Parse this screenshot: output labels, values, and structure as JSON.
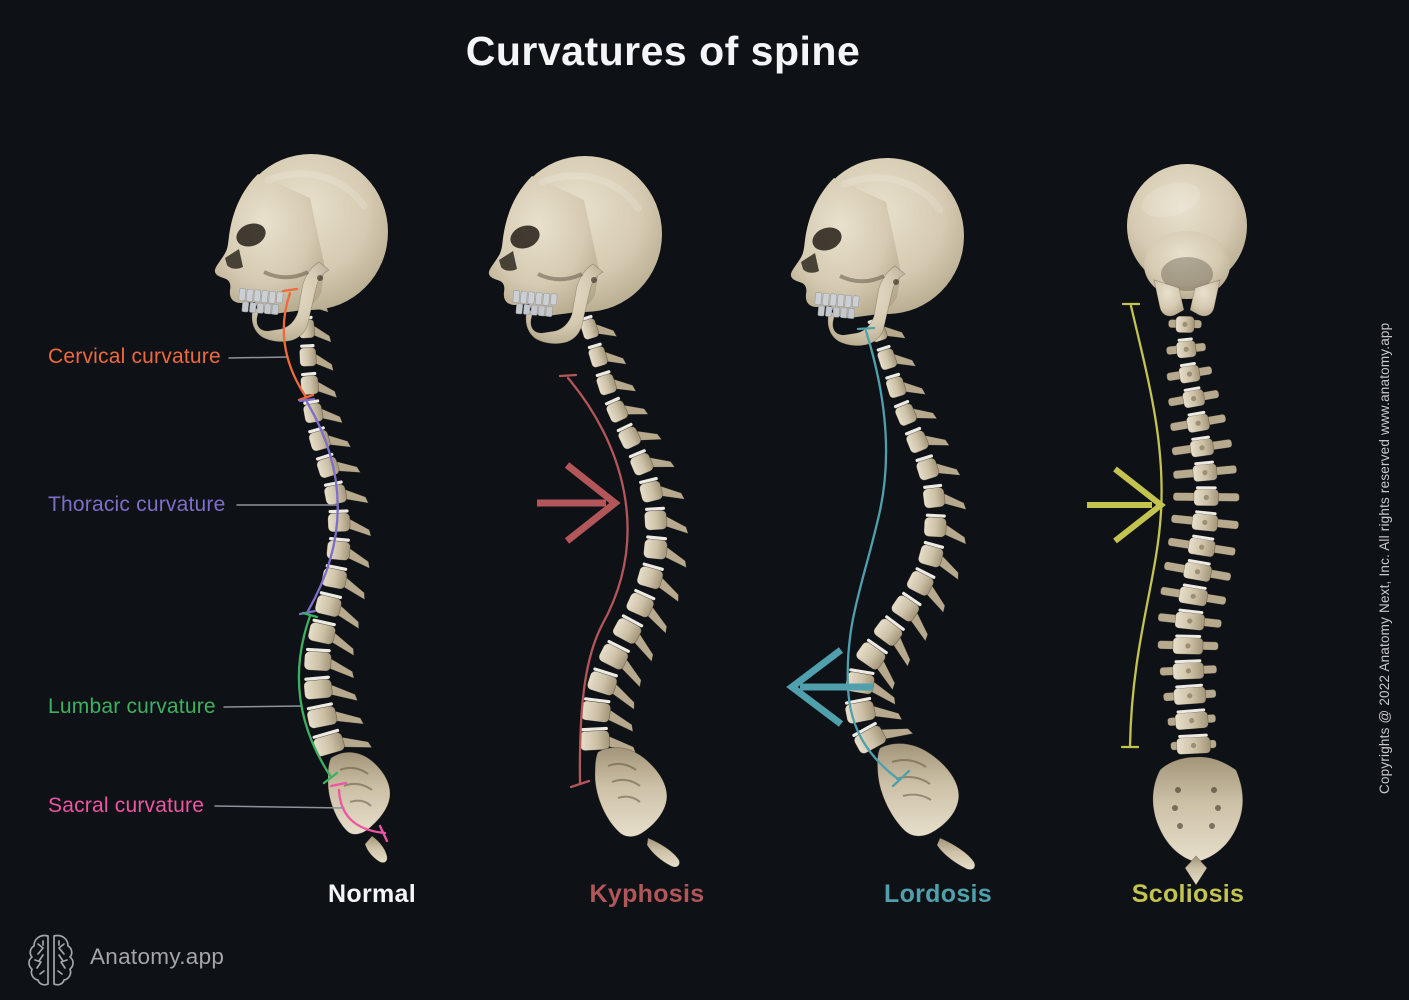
{
  "title": "Curvatures of spine",
  "labels": {
    "cervical": "Cervical curvature",
    "thoracic": "Thoracic curvature",
    "lumbar": "Lumbar curvature",
    "sacral": "Sacral curvature"
  },
  "figures": [
    {
      "name": "Normal"
    },
    {
      "name": "Kyphosis"
    },
    {
      "name": "Lordosis"
    },
    {
      "name": "Scoliosis"
    }
  ],
  "footer": {
    "brand": "Anatomy.app"
  },
  "copyright": "Copyrights @ 2022 Anatomy Next, Inc. All rights reserved www.anatomy.app",
  "icons": {
    "brand_logo": "brain-icon"
  },
  "colors": {
    "bg": "#0e1116",
    "title": "#f4f5f7",
    "cervical": "#ed6a3d",
    "thoracic": "#7c6ec9",
    "lumbar": "#3db061",
    "sacral": "#ee55a3",
    "normal": "#f4f5f7",
    "kyphosis": "#b25659",
    "lordosis": "#4fa0ac",
    "scoliosis": "#c3c350",
    "leader": "#8f929a",
    "brand": "#a4a5aa",
    "copyright": "#c8c9ce",
    "bone": "#cdc1a7"
  }
}
